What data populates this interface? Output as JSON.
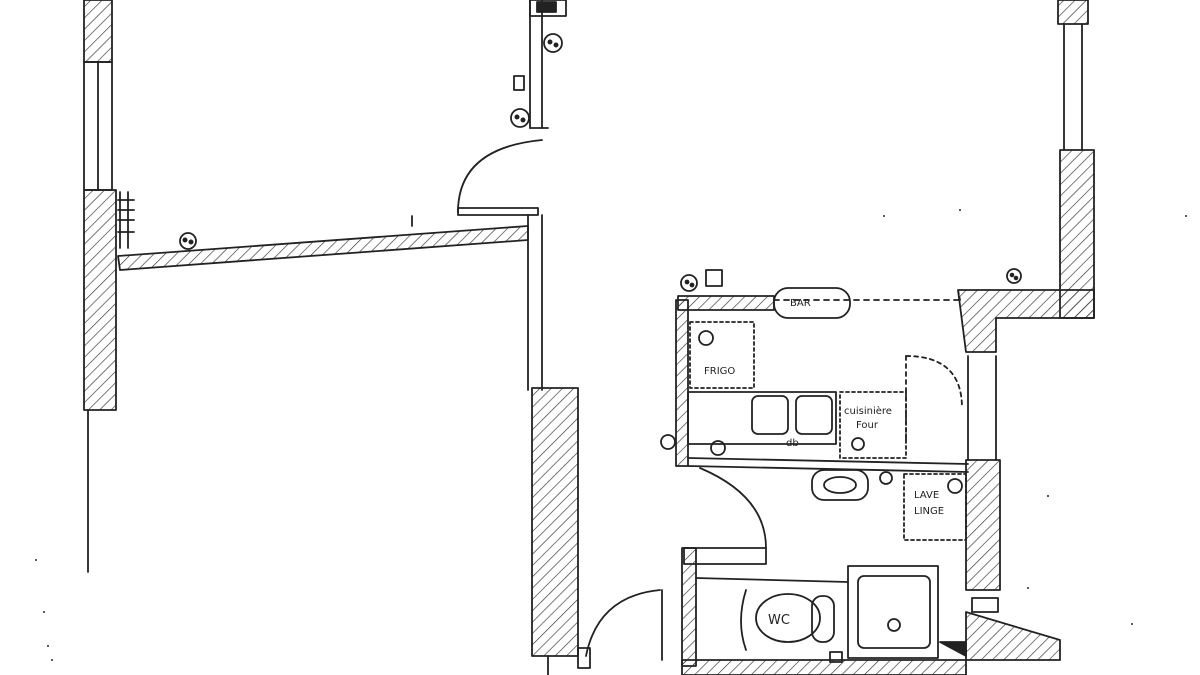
{
  "plan": {
    "room_labels": {
      "bar": "BAR",
      "frigo": "FRIGO",
      "cuisiniere": "cuisinière",
      "four": "Four",
      "db": "db",
      "lave": "LAVE",
      "linge": "LINGE",
      "wc": "WC"
    }
  },
  "colors": {
    "line": "#222222",
    "paper": "#ffffff"
  }
}
